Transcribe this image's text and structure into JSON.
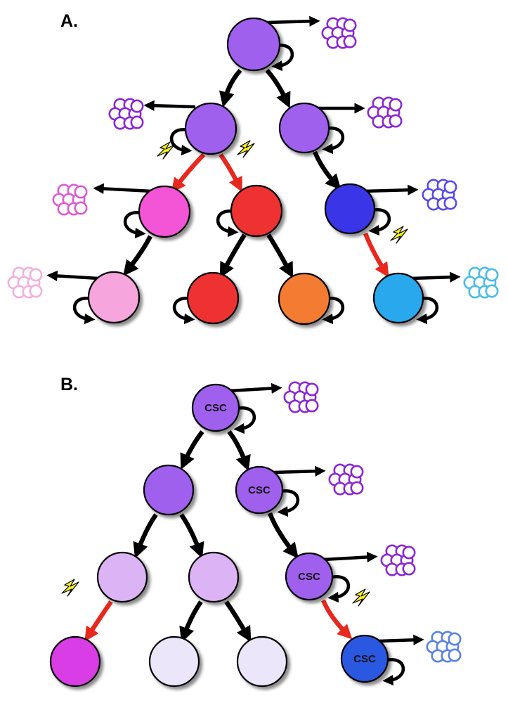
{
  "panels": [
    {
      "id": "A",
      "label": "A.",
      "cells": [
        {
          "id": "a1",
          "color": "#a060ee",
          "text": ""
        },
        {
          "id": "a2",
          "color": "#a060ee",
          "text": ""
        },
        {
          "id": "a3",
          "color": "#a060ee",
          "text": ""
        },
        {
          "id": "a4",
          "color": "#f455d6",
          "text": ""
        },
        {
          "id": "a5",
          "color": "#ee3232",
          "text": ""
        },
        {
          "id": "a6",
          "color": "#3a34e8",
          "text": ""
        },
        {
          "id": "a7",
          "color": "#f6a6dd",
          "text": ""
        },
        {
          "id": "a8",
          "color": "#ee3232",
          "text": ""
        },
        {
          "id": "a9",
          "color": "#f47b32",
          "text": ""
        },
        {
          "id": "a10",
          "color": "#2aa8ee",
          "text": ""
        }
      ],
      "clusters": [
        {
          "id": "a1",
          "color": "#8a28d4"
        },
        {
          "id": "a2",
          "color": "#8a28d4"
        },
        {
          "id": "a3",
          "color": "#8a28d4"
        },
        {
          "id": "a4",
          "color": "#e05ad0"
        },
        {
          "id": "a6",
          "color": "#5a4ae8"
        },
        {
          "id": "a7",
          "color": "#f4b0dc"
        },
        {
          "id": "a10",
          "color": "#48bde8"
        }
      ]
    },
    {
      "id": "B",
      "label": "B.",
      "cells": [
        {
          "id": "b1",
          "color": "#a060ee",
          "text": "CSC"
        },
        {
          "id": "b2",
          "color": "#a060ee",
          "text": ""
        },
        {
          "id": "b3",
          "color": "#a060ee",
          "text": "CSC"
        },
        {
          "id": "b4",
          "color": "#dcb4f6",
          "text": ""
        },
        {
          "id": "b5",
          "color": "#dcb4f6",
          "text": ""
        },
        {
          "id": "b6",
          "color": "#a060ee",
          "text": "CSC"
        },
        {
          "id": "b7",
          "color": "#d83ee6",
          "text": ""
        },
        {
          "id": "b8",
          "color": "#ece6fa",
          "text": ""
        },
        {
          "id": "b9",
          "color": "#ece6fa",
          "text": ""
        },
        {
          "id": "b10",
          "color": "#2c58e0",
          "text": "CSC"
        }
      ],
      "clusters": [
        {
          "id": "b1",
          "color": "#8a28d4"
        },
        {
          "id": "b3",
          "color": "#8a28d4"
        },
        {
          "id": "b6",
          "color": "#8a28d4"
        },
        {
          "id": "b10",
          "color": "#5a82e0"
        }
      ]
    }
  ],
  "colors": {
    "arrow_black": "#000000",
    "arrow_red": "#e8281e",
    "bolt_fill": "#f6f01e",
    "outline": "#000000"
  }
}
